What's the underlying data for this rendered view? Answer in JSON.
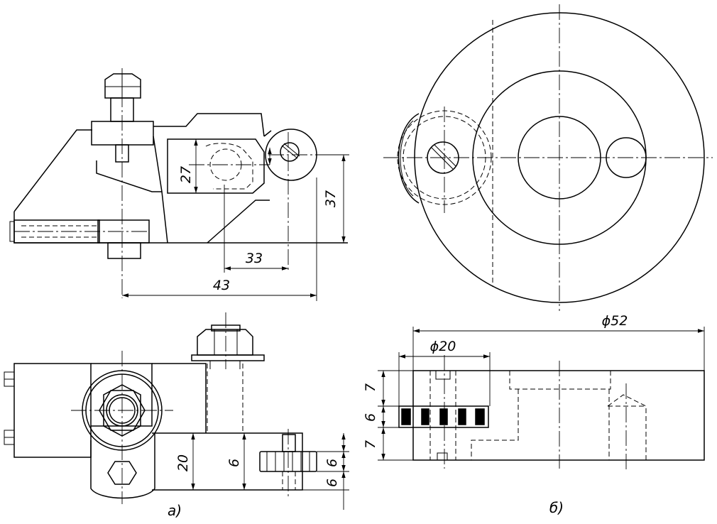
{
  "view_a": {
    "dims": {
      "d27": "27",
      "d37": "37",
      "d33": "33",
      "d43": "43",
      "d20": "20",
      "d6_top": "6",
      "d6_mid": "6",
      "d6_bot": "6"
    },
    "caption": "a)"
  },
  "view_b": {
    "dims": {
      "d52": "ϕ52",
      "d20": "ϕ20",
      "d7_top": "7",
      "d6": "6",
      "d7_bot": "7"
    },
    "caption": "б)"
  }
}
